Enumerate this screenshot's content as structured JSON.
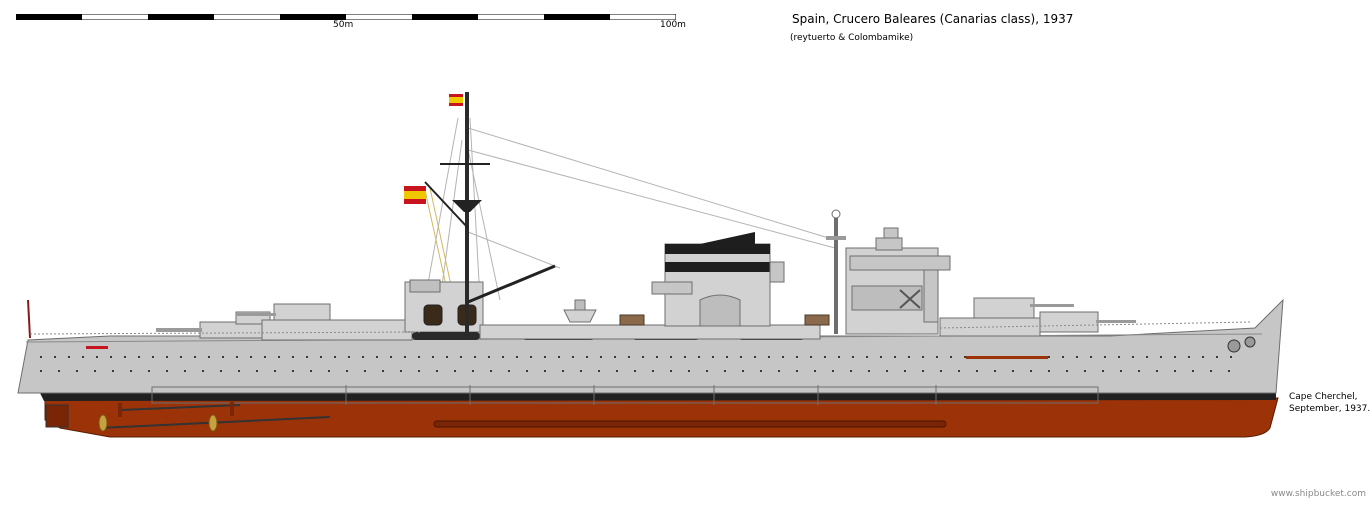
{
  "scale": {
    "label_mid": "50m",
    "label_end": "100m"
  },
  "title": "Spain, Crucero Baleares (Canarias  class), 1937",
  "credits": "(reytuerto & Colombamike)",
  "caption": {
    "line1": "Cape Cherchel,",
    "line2": "September, 1937."
  },
  "watermark": "www.shipbucket.com",
  "colors": {
    "hull_gray": "#c6c6c6",
    "superstructure_gray": "#d2d2d2",
    "boot_top": "#202020",
    "underwater_red": "#9b3208",
    "flag_red": "#c8141e",
    "flag_yellow": "#f0c800"
  }
}
